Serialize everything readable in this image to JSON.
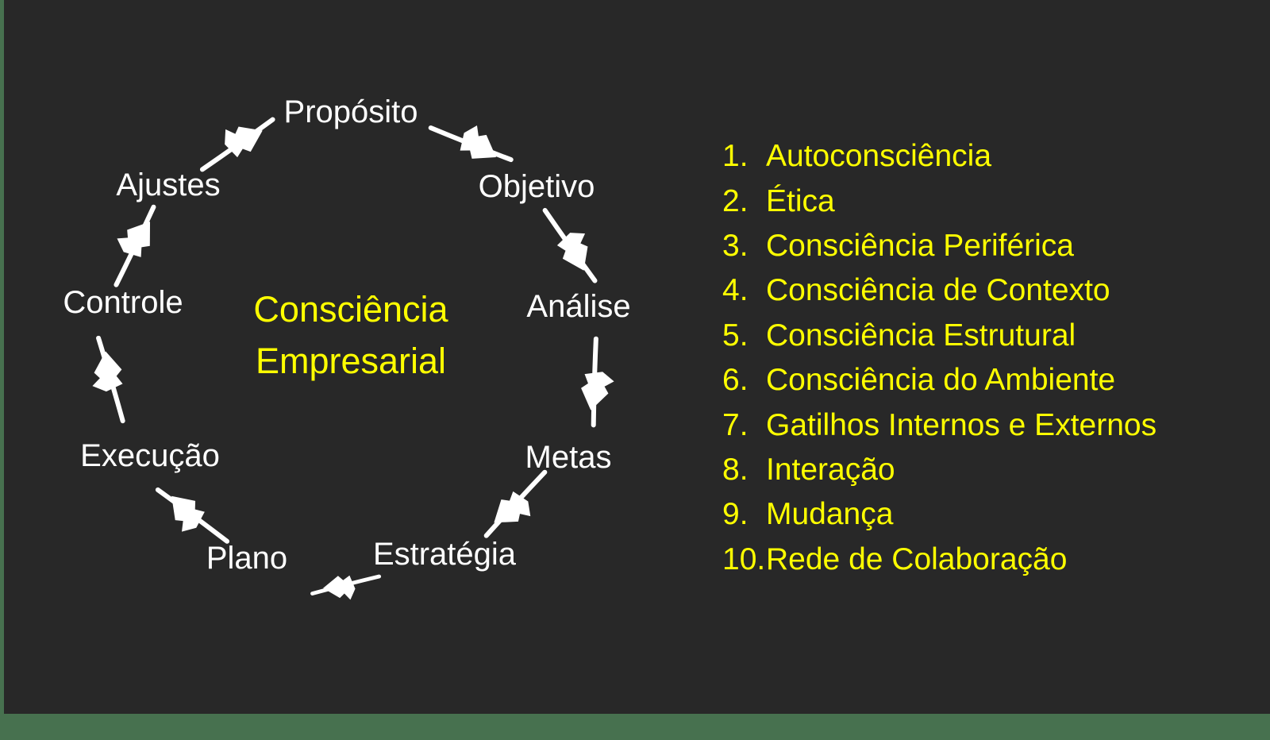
{
  "colors": {
    "canvas_green": "#47714f",
    "slide_background": "#282828",
    "list_text": "#ffff00",
    "center_text": "#ffff00",
    "diagram_text": "#ffffff"
  },
  "diagram": {
    "center_title": {
      "line1": "Consciência",
      "line2": "Empresarial"
    },
    "flow": "clockwise",
    "steps": [
      {
        "label": "Propósito"
      },
      {
        "label": "Objetivo"
      },
      {
        "label": "Análise"
      },
      {
        "label": "Metas"
      },
      {
        "label": "Estratégia"
      },
      {
        "label": "Plano"
      },
      {
        "label": "Execução"
      },
      {
        "label": "Controle"
      },
      {
        "label": "Ajustes"
      }
    ]
  },
  "list": {
    "items": [
      {
        "number": "1.",
        "text": "Autoconsciência"
      },
      {
        "number": "2.",
        "text": "Ética"
      },
      {
        "number": "3.",
        "text": "Consciência Periférica"
      },
      {
        "number": "4.",
        "text": "Consciência de Contexto"
      },
      {
        "number": "5.",
        "text": "Consciência Estrutural"
      },
      {
        "number": "6.",
        "text": "Consciência do Ambiente"
      },
      {
        "number": "7.",
        "text": "Gatilhos Internos e Externos"
      },
      {
        "number": "8.",
        "text": "Interação"
      },
      {
        "number": "9.",
        "text": "Mudança"
      },
      {
        "number": "10.",
        "text": "Rede de Colaboração"
      }
    ]
  }
}
